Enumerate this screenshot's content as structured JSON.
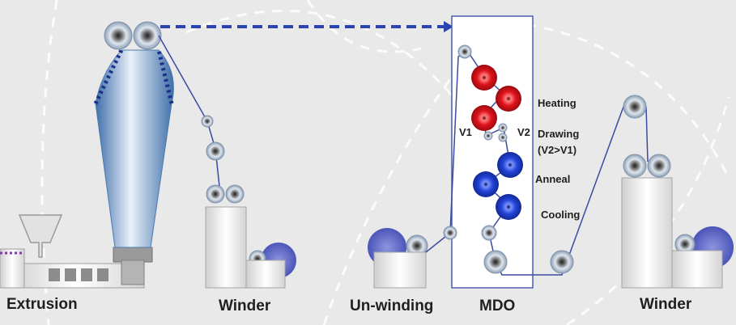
{
  "stations": {
    "extrusion": "Extrusion",
    "winder_1": "Winder",
    "unwinding": "Un-winding",
    "mdo": "MDO",
    "winder_2": "Winder"
  },
  "mdo_zones": {
    "heating": "Heating",
    "drawing": "Drawing",
    "drawing_ratio": "(V2>V1)",
    "anneal": "Anneal",
    "cooling": "Cooling"
  },
  "speeds": {
    "v1": "V1",
    "v2": "V2"
  },
  "colors": {
    "heating_roll": "#d0121b",
    "anneal_roll": "#1f3fd6",
    "film_path": "#3a4aa0",
    "dashed_link": "#2a45b0",
    "bubble": "#7fa8d6",
    "winder_reel": "#5d67c9"
  }
}
